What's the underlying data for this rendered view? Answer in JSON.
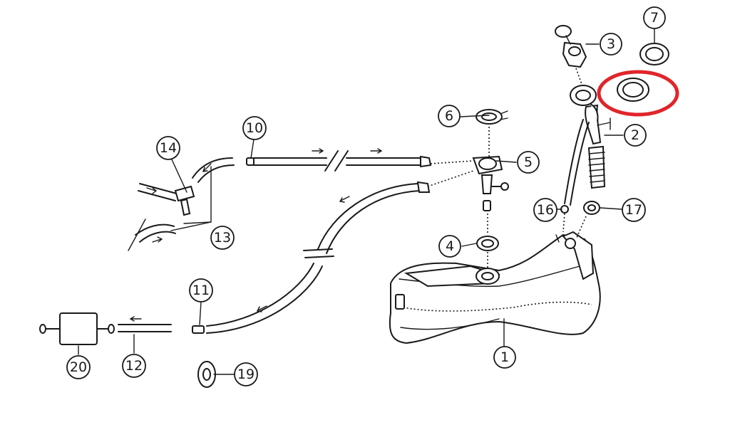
{
  "callouts": {
    "c1": "1",
    "c2": "2",
    "c3": "3",
    "c4": "4",
    "c5": "5",
    "c6": "6",
    "c7": "7",
    "c10": "10",
    "c11": "11",
    "c12": "12",
    "c13": "13",
    "c14": "14",
    "c16": "16",
    "c17": "17",
    "c19": "19",
    "c20": "20"
  },
  "highlight": {
    "color": "#e0252b",
    "marks": "washer-ring"
  }
}
